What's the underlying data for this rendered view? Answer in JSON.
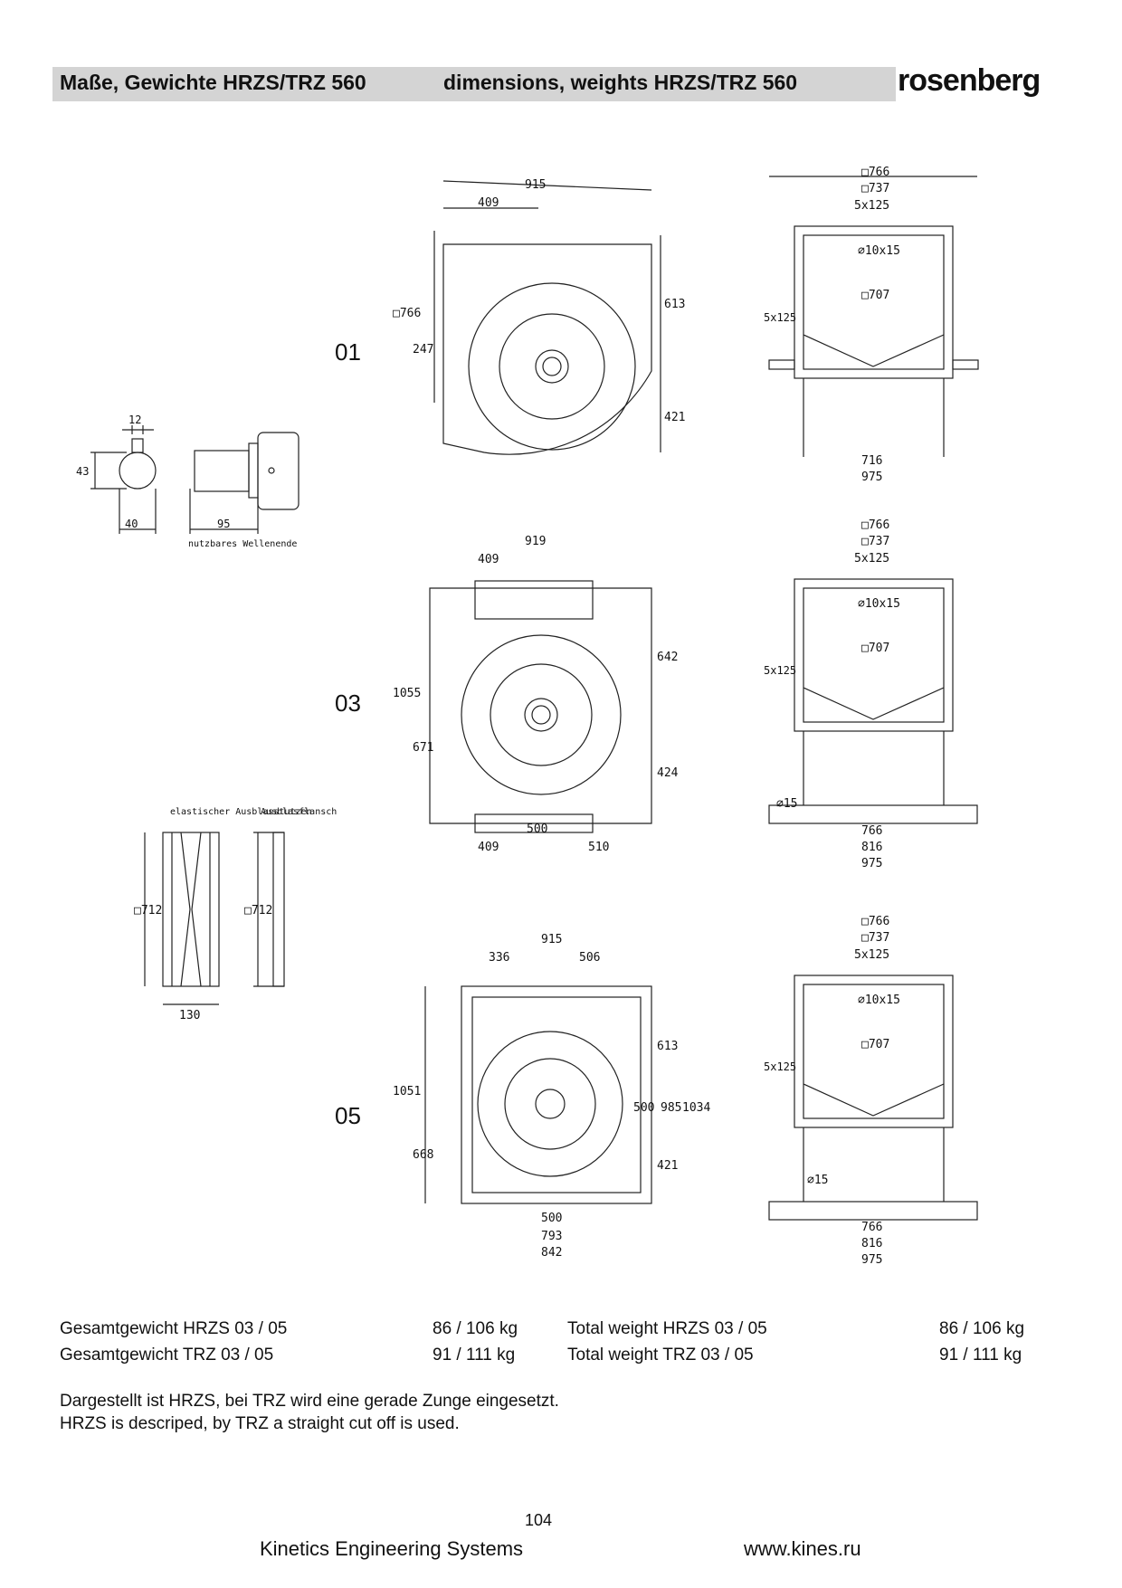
{
  "header": {
    "title_de": "Maße, Gewichte HRZS/TRZ  560",
    "title_en": "dimensions, weights HRZS/TRZ  560",
    "logo": "rosenberg"
  },
  "variants": [
    "01",
    "03",
    "05"
  ],
  "shaft_detail": {
    "dims": [
      "12",
      "43",
      "40",
      "95"
    ],
    "note": "nutzbares Wellenende"
  },
  "outlet_detail": {
    "label_elastic": "elastischer Ausblasstutzen",
    "label_flange": "Ausblasflansch",
    "dims": [
      "□712",
      "□712",
      "130"
    ]
  },
  "view01": {
    "front": [
      "915",
      "409",
      "□766",
      "247",
      "613",
      "421"
    ],
    "side": [
      "□766",
      "□737",
      "5x125",
      "⌀10x15",
      "□707",
      "5x125",
      "716",
      "975"
    ]
  },
  "view03": {
    "front": [
      "919",
      "409",
      "1055",
      "671",
      "642",
      "424",
      "500",
      "409",
      "510"
    ],
    "side": [
      "□766",
      "□737",
      "5x125",
      "⌀10x15",
      "□707",
      "5x125",
      "⌀15",
      "766",
      "816",
      "975"
    ]
  },
  "view05": {
    "front": [
      "915",
      "336",
      "506",
      "1051",
      "668",
      "613",
      "500",
      "985",
      "1034",
      "421",
      "500",
      "793",
      "842"
    ],
    "side": [
      "□766",
      "□737",
      "5x125",
      "⌀10x15",
      "□707",
      "5x125",
      "⌀15",
      "766",
      "816",
      "975"
    ]
  },
  "weights": [
    {
      "label_de": "Gesamtgewicht HRZS 03 / 05",
      "value_de": "86 / 106 kg",
      "label_en": "Total weight HRZS 03 / 05",
      "value_en": "86 / 106 kg"
    },
    {
      "label_de": "Gesamtgewicht TRZ 03 / 05",
      "value_de": "91 / 111 kg",
      "label_en": "Total weight TRZ 03 / 05",
      "value_en": "91 / 111 kg"
    }
  ],
  "note_de": "Dargestellt ist HRZS, bei TRZ wird eine gerade Zunge eingesetzt.",
  "note_en": "HRZS is descriped, by TRZ a straight cut off is used.",
  "page_number": "104",
  "footer": {
    "company": "Kinetics Engineering Systems",
    "url": "www.kines.ru"
  }
}
